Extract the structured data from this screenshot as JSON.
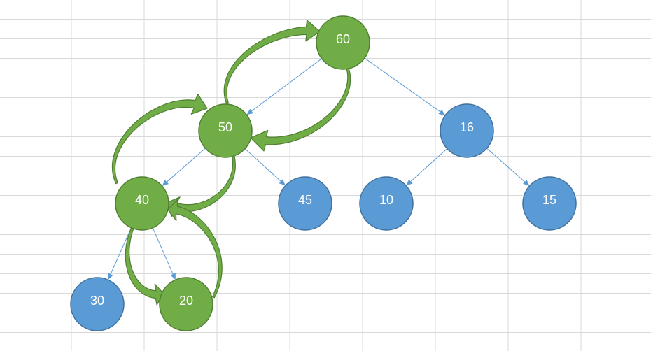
{
  "colors": {
    "grid": "#d9d9d9",
    "edge": "#5b9bd5",
    "green_fill": "#70ad47",
    "green_stroke": "#507e32",
    "blue_fill": "#5b9bd5",
    "blue_stroke": "#41719c",
    "arrow_fill": "#70ad47",
    "arrow_stroke": "#507e32",
    "label": "#ffffff"
  },
  "tree": {
    "nodes": [
      {
        "id": "n60",
        "label": "60",
        "highlight": true
      },
      {
        "id": "n50",
        "label": "50",
        "highlight": true
      },
      {
        "id": "n16",
        "label": "16",
        "highlight": false
      },
      {
        "id": "n40",
        "label": "40",
        "highlight": true
      },
      {
        "id": "n45",
        "label": "45",
        "highlight": false
      },
      {
        "id": "n10",
        "label": "10",
        "highlight": false
      },
      {
        "id": "n15",
        "label": "15",
        "highlight": false
      },
      {
        "id": "n30",
        "label": "30",
        "highlight": false
      },
      {
        "id": "n20",
        "label": "20",
        "highlight": true
      }
    ],
    "edges": [
      {
        "from": "n60",
        "to": "n50"
      },
      {
        "from": "n60",
        "to": "n16"
      },
      {
        "from": "n50",
        "to": "n40"
      },
      {
        "from": "n50",
        "to": "n45"
      },
      {
        "from": "n16",
        "to": "n10"
      },
      {
        "from": "n16",
        "to": "n15"
      },
      {
        "from": "n40",
        "to": "n30"
      },
      {
        "from": "n40",
        "to": "n20"
      }
    ],
    "traversal_arrows": [
      {
        "from": "n50",
        "to": "n60",
        "side": "left"
      },
      {
        "from": "n60",
        "to": "n50",
        "side": "right"
      },
      {
        "from": "n40",
        "to": "n50",
        "side": "left"
      },
      {
        "from": "n50",
        "to": "n40",
        "side": "right"
      },
      {
        "from": "n40",
        "to": "n20",
        "side": "left"
      },
      {
        "from": "n20",
        "to": "n40",
        "side": "right"
      }
    ]
  }
}
